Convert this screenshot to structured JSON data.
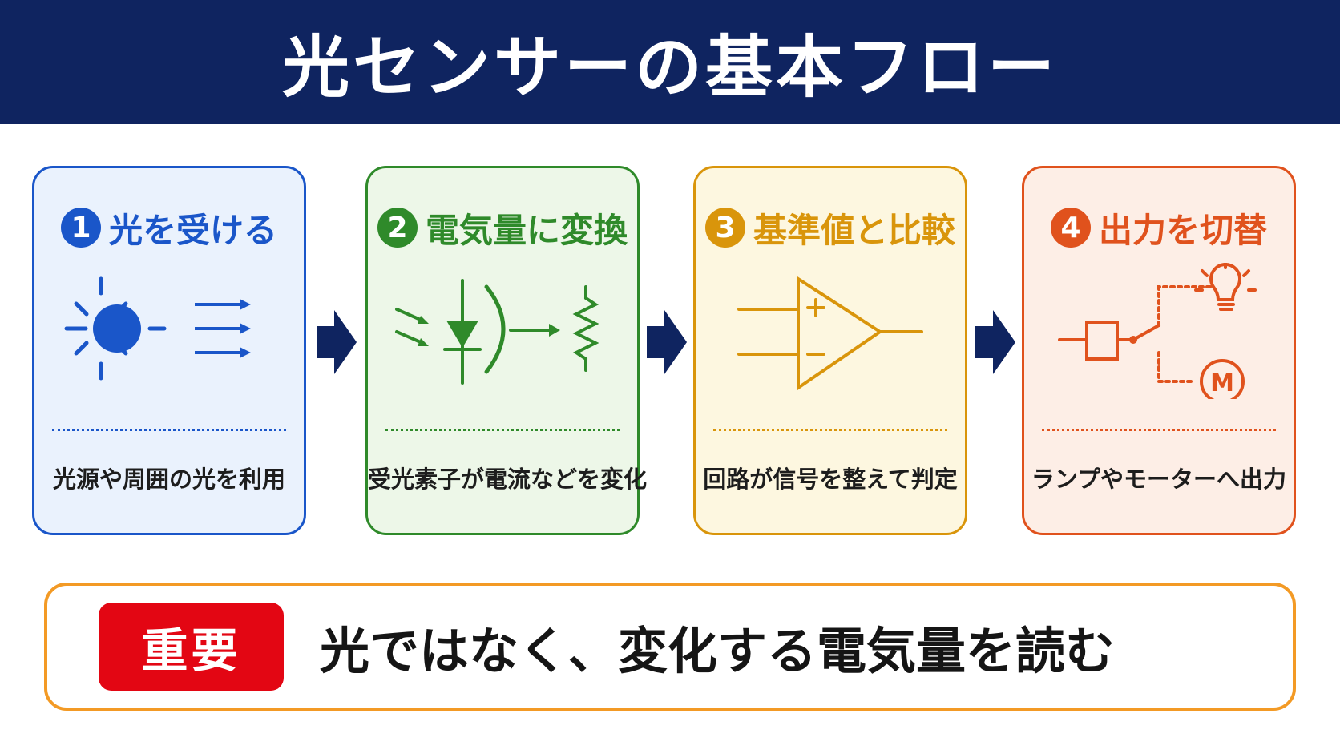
{
  "title": "光センサーの基本フロー",
  "steps": [
    {
      "number": "1",
      "title": "光を受ける",
      "description": "光源や周囲の光を利用",
      "color": "#1a56c9",
      "bg": "#eaf2fd",
      "icon": "sun-icon"
    },
    {
      "number": "2",
      "title": "電気量に変換",
      "description": "受光素子が電流などを変化",
      "color": "#2f8a2a",
      "bg": "#edf7e8",
      "icon": "photodiode-icon"
    },
    {
      "number": "3",
      "title": "基準値と比較",
      "description": "回路が信号を整えて判定",
      "color": "#d9950b",
      "bg": "#fdf7e0",
      "icon": "comparator-icon"
    },
    {
      "number": "4",
      "title": "出力を切替",
      "description": "ランプやモーターへ出力",
      "color": "#e0521d",
      "bg": "#fdeee6",
      "icon": "output-switch-icon"
    }
  ],
  "motor_label": "M",
  "note": {
    "badge": "重要",
    "text": "光ではなく、変化する電気量を読む"
  },
  "colors": {
    "title_bar": "#0f2460",
    "arrow": "#0f2460",
    "badge": "#e30613",
    "note_border": "#f39a25"
  }
}
